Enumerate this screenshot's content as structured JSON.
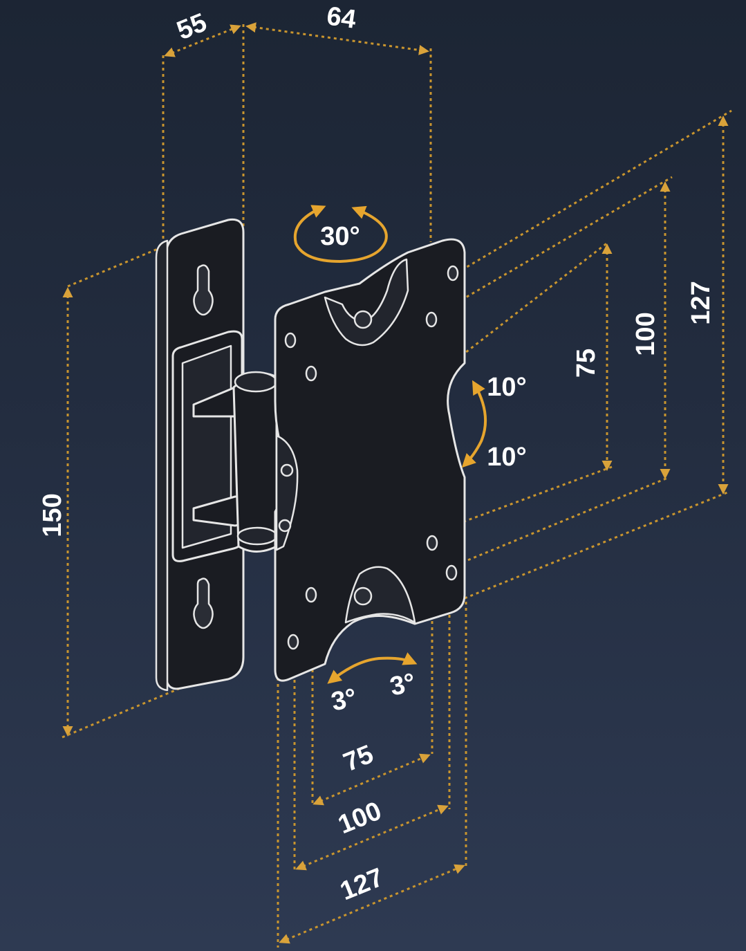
{
  "dimensions": {
    "top_depth": "55",
    "top_width": "64",
    "wall_plate_height": "150",
    "vesa_v_75": "75",
    "vesa_v_100": "100",
    "vesa_v_127": "127",
    "vesa_h_75": "75",
    "vesa_h_100": "100",
    "vesa_h_127": "127"
  },
  "rotation": {
    "swivel": "30°",
    "tilt_up": "10°",
    "tilt_down": "10°",
    "roll_left": "3°",
    "roll_right": "3°"
  },
  "colors": {
    "accent": "#d9a23a",
    "background": "#1f2839",
    "outline": "#e6e6e6"
  }
}
